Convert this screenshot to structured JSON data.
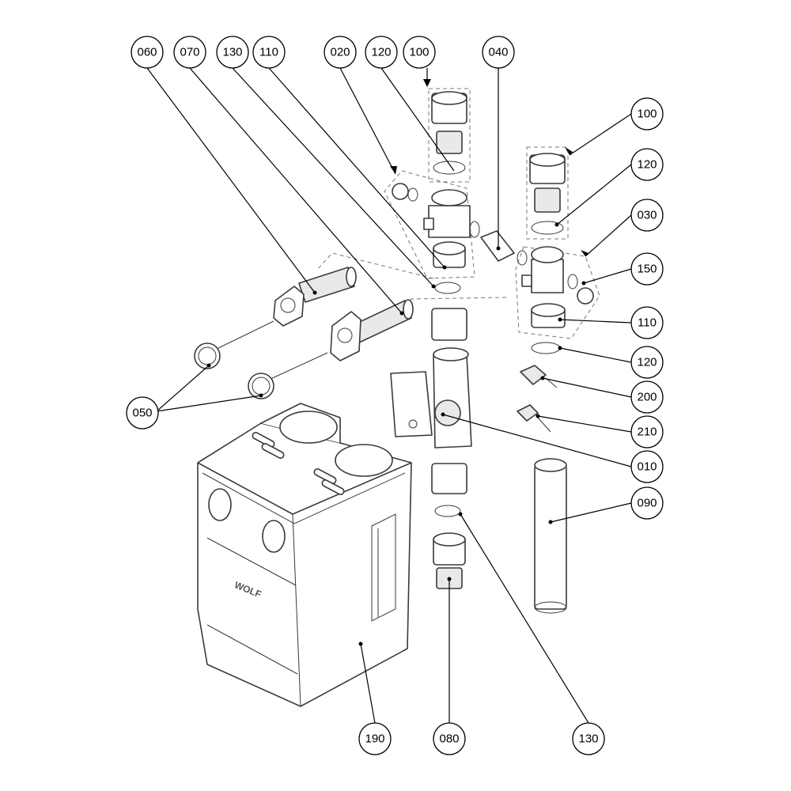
{
  "callouts": [
    {
      "id": "c060",
      "label": "060"
    },
    {
      "id": "c070",
      "label": "070"
    },
    {
      "id": "c130a",
      "label": "130"
    },
    {
      "id": "c110a",
      "label": "110"
    },
    {
      "id": "c020",
      "label": "020"
    },
    {
      "id": "c120a",
      "label": "120"
    },
    {
      "id": "c100a",
      "label": "100"
    },
    {
      "id": "c040",
      "label": "040"
    },
    {
      "id": "c100b",
      "label": "100"
    },
    {
      "id": "c120b",
      "label": "120"
    },
    {
      "id": "c030",
      "label": "030"
    },
    {
      "id": "c150",
      "label": "150"
    },
    {
      "id": "c110b",
      "label": "110"
    },
    {
      "id": "c120c",
      "label": "120"
    },
    {
      "id": "c200",
      "label": "200"
    },
    {
      "id": "c210",
      "label": "210"
    },
    {
      "id": "c010",
      "label": "010"
    },
    {
      "id": "c090",
      "label": "090"
    },
    {
      "id": "c050",
      "label": "050"
    },
    {
      "id": "c190",
      "label": "190"
    },
    {
      "id": "c080",
      "label": "080"
    },
    {
      "id": "c130b",
      "label": "130"
    }
  ],
  "logo": "WOLF"
}
